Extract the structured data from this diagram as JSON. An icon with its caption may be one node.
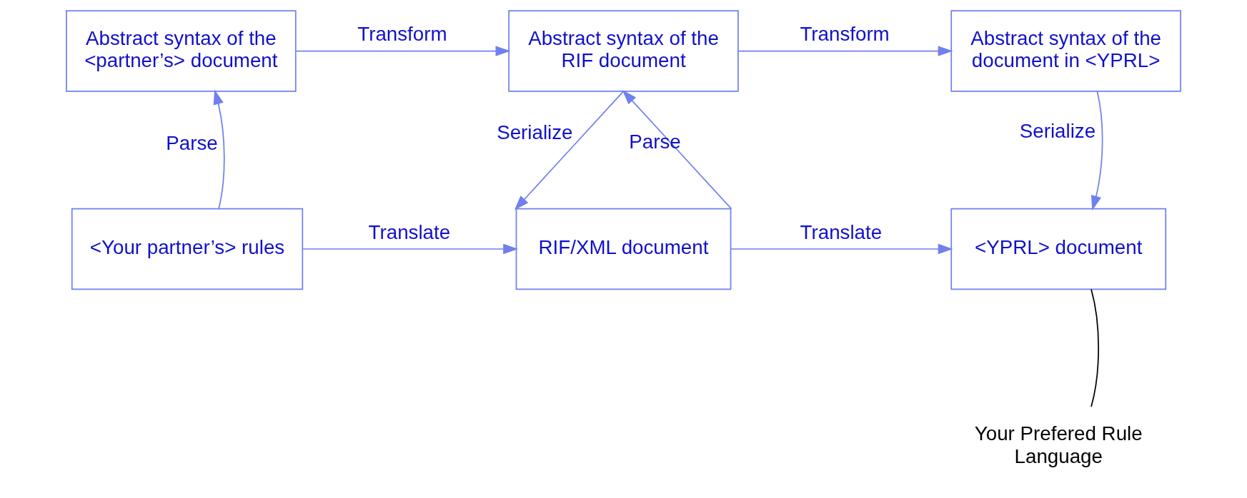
{
  "diagram": {
    "nodes": [
      {
        "text": [
          "Abstract syntax of the <partner’s> document"
        ]
      },
      {
        "text": [
          "Abstract syntax of the RIF document"
        ]
      },
      {
        "text": [
          "Abstract syntax of the document in <YPRL>"
        ]
      },
      {
        "text": [
          "<Your partner’s> rules"
        ]
      },
      {
        "text": [
          "RIF/XML document"
        ]
      },
      {
        "text": [
          "<YPRL> document"
        ]
      },
      {
        "text": [
          "Your Prefered Rule Language"
        ]
      }
    ],
    "edges": [
      {
        "from": 0,
        "to": 1,
        "arrow": "to",
        "label": "Transform"
      },
      {
        "from": 1,
        "to": 2,
        "arrow": "to",
        "label": "Transform"
      },
      {
        "from": 3,
        "to": 0,
        "arrow": "to",
        "label": "Parse"
      },
      {
        "from": 1,
        "to": 4,
        "arrow": "to",
        "label": "Serialize"
      },
      {
        "from": 4,
        "to": 1,
        "arrow": "to",
        "label": "Parse"
      },
      {
        "from": 2,
        "to": 5,
        "arrow": "to",
        "label": "Serialize"
      },
      {
        "from": 3,
        "to": 4,
        "arrow": "to",
        "label": "Translate"
      },
      {
        "from": 4,
        "to": 5,
        "arrow": "to",
        "label": "Translate"
      },
      {
        "from": 6,
        "to": 5,
        "arrow": "none",
        "color": "#000000"
      }
    ]
  }
}
